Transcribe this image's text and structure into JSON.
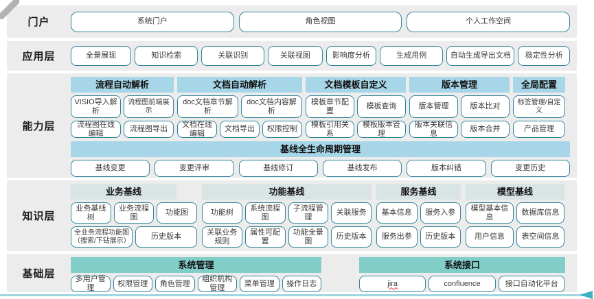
{
  "colors": {
    "band_background": "#ececec",
    "header_blue": "#a6d6e8",
    "header_pale_teal": "#d8e5e4",
    "header_teal": "#82cec9",
    "node_border": "#31859c",
    "bottom_accent": "#9ed5e0",
    "arrow": "#3fafc4",
    "misspell_underline": "#e03131"
  },
  "portal": {
    "label": "门户",
    "buttons": [
      "系统门户",
      "角色视图",
      "个人工作空间"
    ]
  },
  "app": {
    "label": "应用层",
    "buttons": [
      "全景展现",
      "知识检索",
      "关联识别",
      "关联视图",
      "影响度分析",
      "生成用例",
      "自动生成导出文档",
      "稳定性分析"
    ]
  },
  "capability": {
    "label": "能力层",
    "groups": [
      {
        "title": "流程自动解析",
        "row1": [
          "VISIO导入解析",
          "流程图前端展示"
        ],
        "row2": [
          "流程图在线编辑",
          "流程图导出"
        ]
      },
      {
        "title": "文档自动解析",
        "row1": [
          "doc文档章节解析",
          "doc文档内容解析"
        ],
        "row2": [
          "文档在线编辑",
          "文档导出",
          "权限控制"
        ]
      },
      {
        "title": "文档模板自定义",
        "row1": [
          "模板章节配置",
          "模板查询"
        ],
        "row2": [
          "模板引用关系",
          "模板版本管理"
        ]
      },
      {
        "title": "版本管理",
        "row1": [
          "版本管理",
          "版本比对"
        ],
        "row2": [
          "版本关联信息",
          "版本合并"
        ]
      },
      {
        "title": "全局配置",
        "row1": [
          "标签管理/自定义"
        ],
        "row2": [
          "产品管理"
        ]
      }
    ],
    "baseline": {
      "title": "基线全生命周期管理",
      "buttons": [
        "基线变更",
        "变更评审",
        "基线修订",
        "基线发布",
        "版本纠错",
        "变更历史"
      ]
    }
  },
  "knowledge": {
    "label": "知识层",
    "groups": [
      {
        "title": "业务基线",
        "row1": [
          "业务基线树",
          "业务流程图",
          "功能图"
        ],
        "row2": [
          "全业务流程功能图（搜索/下钻展示）",
          "历史版本"
        ]
      },
      {
        "title": "功能基线",
        "row1": [
          "功能树",
          "系统流程图",
          "子流程管理",
          "关联服务"
        ],
        "row2": [
          "关联业务规则",
          "属性可配置",
          "功能全景图",
          "历史版本"
        ]
      },
      {
        "title": "服务基线",
        "row1": [
          "基本信息",
          "服务入参"
        ],
        "row2": [
          "服务出参",
          "历史版本"
        ]
      },
      {
        "title": "模型基线",
        "row1": [
          "模型基本信息",
          "数据库信息"
        ],
        "row2": [
          "用户信息",
          "表空间信息"
        ]
      }
    ]
  },
  "foundation": {
    "label": "基础层",
    "groups": [
      {
        "title": "系统管理",
        "buttons": [
          "多用户管理",
          "权限管理",
          "角色管理",
          "组织机构管理",
          "菜单管理",
          "操作日志"
        ]
      },
      {
        "title": "系统接口",
        "buttons": [
          "jira",
          "confluence",
          "接口自动化平台"
        ]
      }
    ]
  }
}
